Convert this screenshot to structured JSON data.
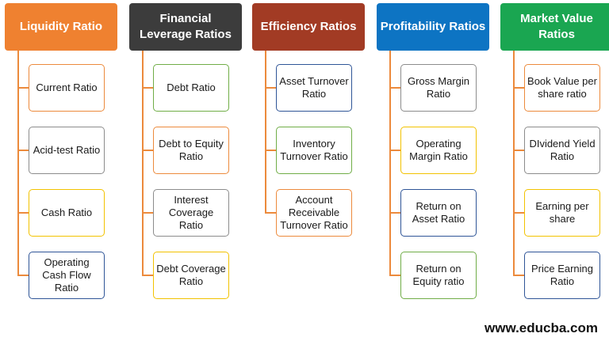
{
  "colors": {
    "connector": "#ec8a3c",
    "orange": "#ef8130",
    "dark": "#3c3c3c",
    "rust": "#a23b24",
    "blue": "#0d74c3",
    "green": "#1aa651",
    "border_orange": "#ec8a3c",
    "border_gray": "#8c8c8c",
    "border_green": "#70ad47",
    "border_blue": "#2f5597",
    "border_yellow": "#f2c200"
  },
  "columns": [
    {
      "id": "liquidity",
      "header": "Liquidity Ratio",
      "header_color": "#ef8130",
      "items": [
        {
          "label": "Current Ratio",
          "border": "#ec8a3c"
        },
        {
          "label": "Acid-test Ratio",
          "border": "#8c8c8c"
        },
        {
          "label": "Cash Ratio",
          "border": "#f2c200"
        },
        {
          "label": "Operating Cash Flow Ratio",
          "border": "#2f5597"
        }
      ]
    },
    {
      "id": "leverage",
      "header": "Financial Leverage Ratios",
      "header_color": "#3c3c3c",
      "items": [
        {
          "label": "Debt Ratio",
          "border": "#70ad47"
        },
        {
          "label": "Debt to Equity Ratio",
          "border": "#ec8a3c"
        },
        {
          "label": "Interest Coverage Ratio",
          "border": "#8c8c8c"
        },
        {
          "label": "Debt Coverage Ratio",
          "border": "#f2c200"
        }
      ]
    },
    {
      "id": "efficiency",
      "header": "Efficiency Ratios",
      "header_color": "#a23b24",
      "items": [
        {
          "label": "Asset Turnover Ratio",
          "border": "#2f5597"
        },
        {
          "label": "Inventory Turnover Ratio",
          "border": "#70ad47"
        },
        {
          "label": "Account Receivable Turnover Ratio",
          "border": "#ec8a3c"
        }
      ]
    },
    {
      "id": "profitability",
      "header": "Profitability Ratios",
      "header_color": "#0d74c3",
      "items": [
        {
          "label": "Gross Margin Ratio",
          "border": "#8c8c8c"
        },
        {
          "label": "Operating Margin Ratio",
          "border": "#f2c200"
        },
        {
          "label": "Return on Asset Ratio",
          "border": "#2f5597"
        },
        {
          "label": "Return on Equity ratio",
          "border": "#70ad47"
        }
      ]
    },
    {
      "id": "market-value",
      "header": "Market Value Ratios",
      "header_color": "#1aa651",
      "items": [
        {
          "label": "Book Value per share ratio",
          "border": "#ec8a3c"
        },
        {
          "label": "DIvidend Yield Ratio",
          "border": "#8c8c8c"
        },
        {
          "label": "Earning per share",
          "border": "#f2c200"
        },
        {
          "label": "Price Earning Ratio",
          "border": "#2f5597"
        }
      ]
    }
  ],
  "watermark": "www.educba.com"
}
